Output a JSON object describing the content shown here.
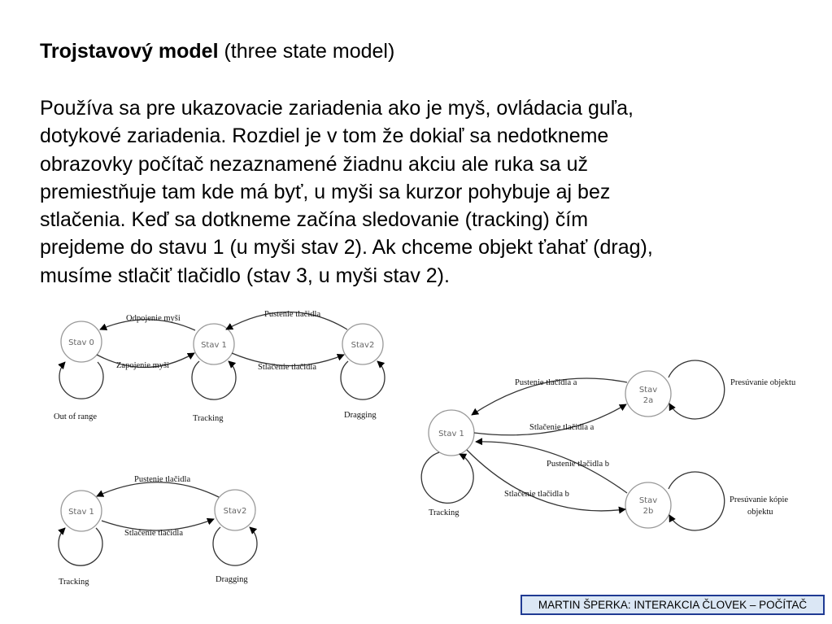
{
  "heading": {
    "bold": "Trojstavový model",
    "normal": "(three state model)"
  },
  "paragraph_lines": [
    "Používa sa pre ukazovacie zariadenia ako je myš, ovládacia guľa,",
    "dotykové zariadenia. Rozdiel je v tom že dokiaľ sa nedotkneme",
    "obrazovky počítač nezaznamené žiadnu akciu ale ruka sa už",
    "premiestňuje tam kde má byť, u myši sa kurzor pohybuje aj bez",
    "stlačenia. Keď sa dotkneme začína sledovanie (tracking) čím",
    "prejdeme do stavu 1 (u myši stav 2). Ak chceme objekt ťahať (drag),",
    "musíme stlačiť tlačidlo (stav 3, u myši stav 2)."
  ],
  "diagram1": {
    "states": {
      "s0": "Stav 0",
      "s1": "Stav 1",
      "s2": "Stav2"
    },
    "edges": {
      "odpojenie": "Odpojenie myši",
      "zapojenie": "Zapojenie myši",
      "pustenie": "Pustenie tlačidla",
      "stlacenie": "Stlačenie tlačidla"
    },
    "loops": {
      "out_of_range": "Out of range",
      "tracking": "Tracking",
      "dragging": "Dragging"
    }
  },
  "diagram2": {
    "states": {
      "s1": "Stav 1",
      "s2": "Stav2"
    },
    "edges": {
      "pustenie": "Pustenie tlačidla",
      "stlacenie": "Stlačenie tlačidla"
    },
    "loops": {
      "tracking": "Tracking",
      "dragging": "Dragging"
    }
  },
  "diagram3": {
    "states": {
      "s1": "Stav 1",
      "s2a_line1": "Stav",
      "s2a_line2": "2a",
      "s2b_line1": "Stav",
      "s2b_line2": "2b"
    },
    "edges": {
      "pustenie_a": "Pustenie tlačidla a",
      "stlacenie_a": "Stlačenie tlačidla a",
      "pustenie_b": "Pustenie tlačidla b",
      "stlacenie_b": "Stlačenie tlačidla b"
    },
    "loops": {
      "tracking": "Tracking",
      "presuvanie_objektu": "Presúvanie objektu",
      "presuvanie_kopie_line1": "Presúvanie kópie",
      "presuvanie_kopie_line2": "objektu"
    }
  },
  "footer": "MARTIN ŠPERKA: INTERAKCIA ČLOVEK – POČÍTAČ"
}
